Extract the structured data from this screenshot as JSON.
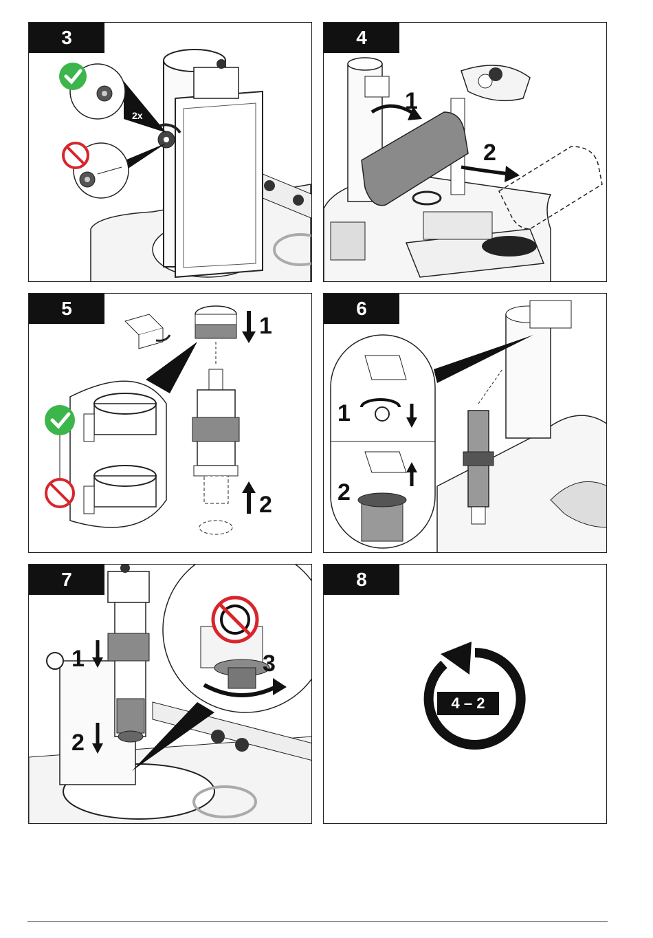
{
  "steps": [
    {
      "number": "3",
      "labels": {
        "count": "2x"
      }
    },
    {
      "number": "4",
      "labels": {
        "sub1": "1",
        "sub2": "2"
      }
    },
    {
      "number": "5",
      "labels": {
        "sub1": "1",
        "sub2": "2"
      }
    },
    {
      "number": "6",
      "labels": {
        "sub1": "1",
        "sub2": "2"
      }
    },
    {
      "number": "7",
      "labels": {
        "sub1": "1",
        "sub2": "2",
        "sub3": "3"
      }
    },
    {
      "number": "8",
      "labels": {
        "repeat": "4 – 2"
      }
    }
  ],
  "icons": {
    "ok": "checkmark-circle-icon",
    "no": "prohibited-circle-icon",
    "repeat": "repeat-arrow-icon",
    "no_rotate": "no-rotate-icon"
  },
  "colors": {
    "ok_green": "#3cb54a",
    "no_red": "#d7262b",
    "gray_part": "#8a8a8a",
    "ring_gray": "#a0a0a0"
  }
}
